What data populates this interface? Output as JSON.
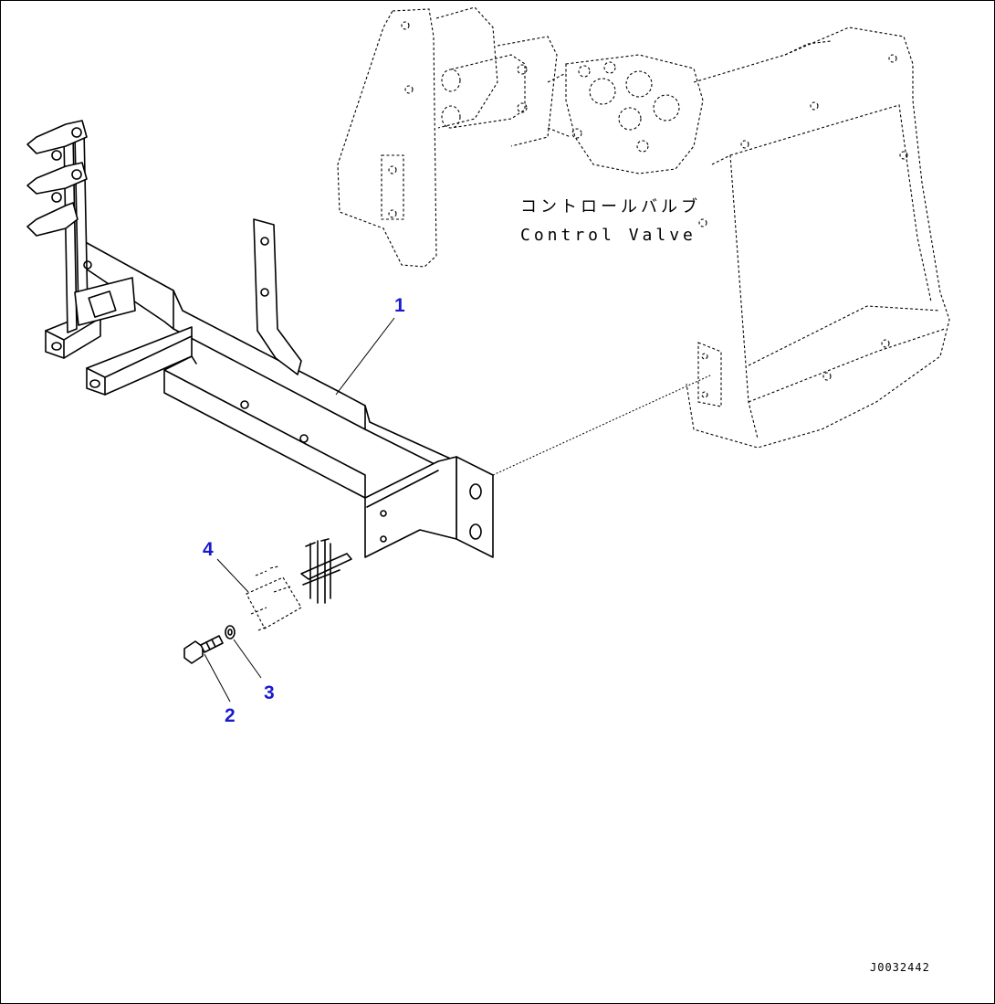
{
  "diagram": {
    "control_valve_label_jp": "コントロールバルブ",
    "control_valve_label_en": "Control Valve",
    "drawing_code": "J0032442",
    "callouts": [
      "1",
      "2",
      "3",
      "4"
    ],
    "callout_color": "#1a1acc",
    "line_color": "#000000"
  }
}
